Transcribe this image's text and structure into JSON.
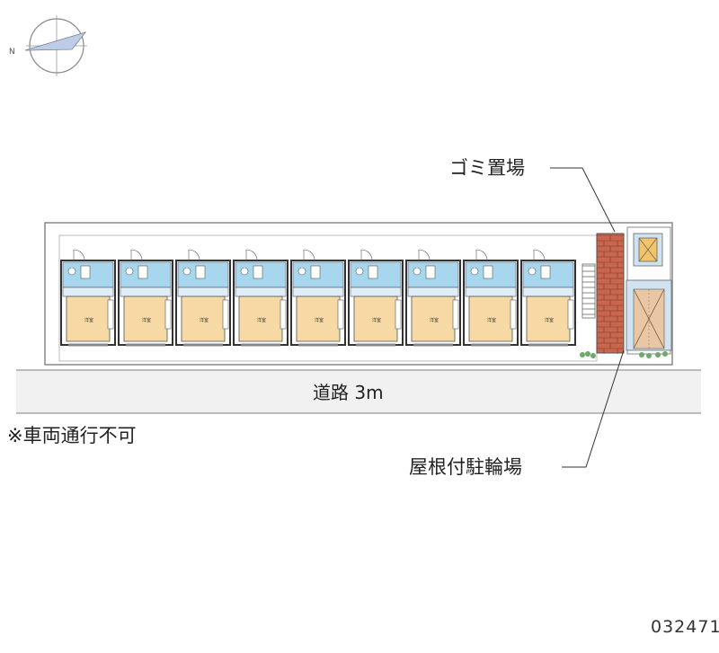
{
  "map": {
    "compass": {
      "north_label": "N",
      "icon": "compass-rose-icon"
    },
    "labels": {
      "garbage": "ゴミ置場",
      "road": "道路 3m",
      "no_vehicle": "※車両通行不可",
      "bike_parking": "屋根付駐輪場"
    },
    "unit_room_label": "洋室",
    "unit_count": 9,
    "property_id": "032471",
    "colors": {
      "room": "#f7d9a6",
      "wet_area": "#a9d6ef",
      "brick": "#c8664e",
      "bike_roof": "#e9c7a4",
      "road": "#f1f1f1",
      "wall": "#333333",
      "hedge": "#6fa86b"
    }
  }
}
